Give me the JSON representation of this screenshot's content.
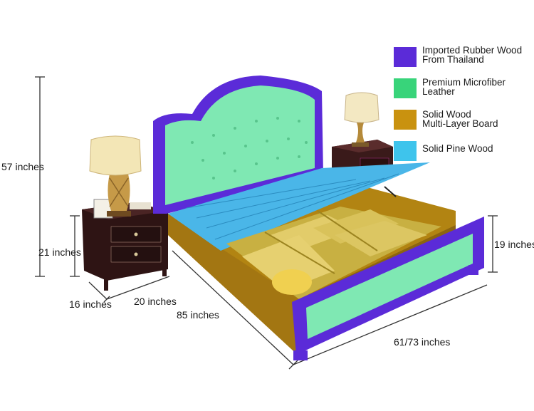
{
  "dimensions": {
    "total_height": "57 inches",
    "nightstand_height": "21 inches",
    "nightstand_depth": "16 inches",
    "nightstand_width": "20 inches",
    "bed_length": "85 inches",
    "bed_width": "61/73 inches",
    "footboard_height": "19 inches"
  },
  "legend": [
    {
      "label": "Imported Rubber Wood\nFrom Thailand",
      "color": "#5b2bd8"
    },
    {
      "label": "Premium Microfiber\nLeather",
      "color": "#38d47a"
    },
    {
      "label": "Solid Wood\nMulti-Layer Board",
      "color": "#c9920f"
    },
    {
      "label": "Solid Pine Wood",
      "color": "#3ec4ec"
    }
  ]
}
